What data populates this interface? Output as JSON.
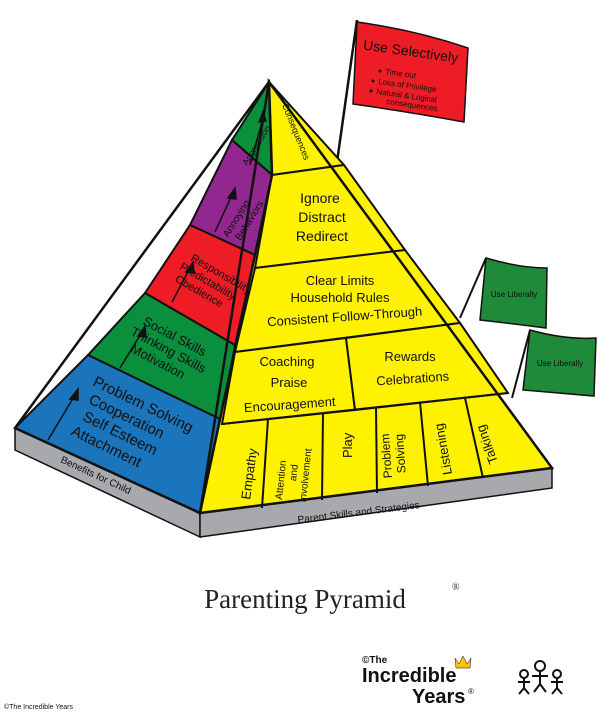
{
  "title": "Parenting Pyramid",
  "title_mark": "®",
  "copyright": "©The Incredible Years",
  "logo": {
    "prefix": "©The",
    "line1": "Incredible",
    "line2": "Years",
    "mark": "®"
  },
  "colors": {
    "yellow": "#fff200",
    "red": "#ee1c25",
    "green": "#0a8f3c",
    "blue": "#1b75bc",
    "purple": "#92278f",
    "gray": "#a7a9ac",
    "flag_green": "#1f8a3a"
  },
  "left_face": {
    "band_aggression": "Aggression",
    "band_annoying": [
      "Annoying",
      "Behaviors"
    ],
    "band_responsibility": [
      "Responsibility",
      "Predictability",
      "Obedience"
    ],
    "band_social": [
      "Social Skills",
      "Thinking Skills",
      "Motivation"
    ],
    "band_problem": [
      "Problem Solving",
      "Cooperation",
      "Self Esteem",
      "Attachment"
    ],
    "base_label": "Benefits for Child"
  },
  "right_face": {
    "consequences": "Consequences",
    "ignore": [
      "Ignore",
      "Distract",
      "Redirect"
    ],
    "limits": [
      "Clear Limits",
      "Household Rules",
      "Consistent Follow-Through"
    ],
    "coaching": [
      "Coaching",
      "Praise",
      "Encouragement"
    ],
    "rewards": [
      "Rewards",
      "Celebrations"
    ],
    "bottom_cells": {
      "empathy": "Empathy",
      "attention": [
        "Attention",
        "and",
        "Involvement"
      ],
      "play": "Play",
      "problem_solving": [
        "Problem",
        "Solving"
      ],
      "listening": "Listening",
      "talking": "Talking"
    },
    "base_label": "Parent Skills and Strategies"
  },
  "flags": {
    "red": {
      "title": "Use Selectively",
      "items": [
        "Time out",
        "Loss of Privilege",
        "Natural & Logical",
        "consequences"
      ]
    },
    "green_top": "Use Liberally",
    "green_bottom": "Use Liberally"
  }
}
